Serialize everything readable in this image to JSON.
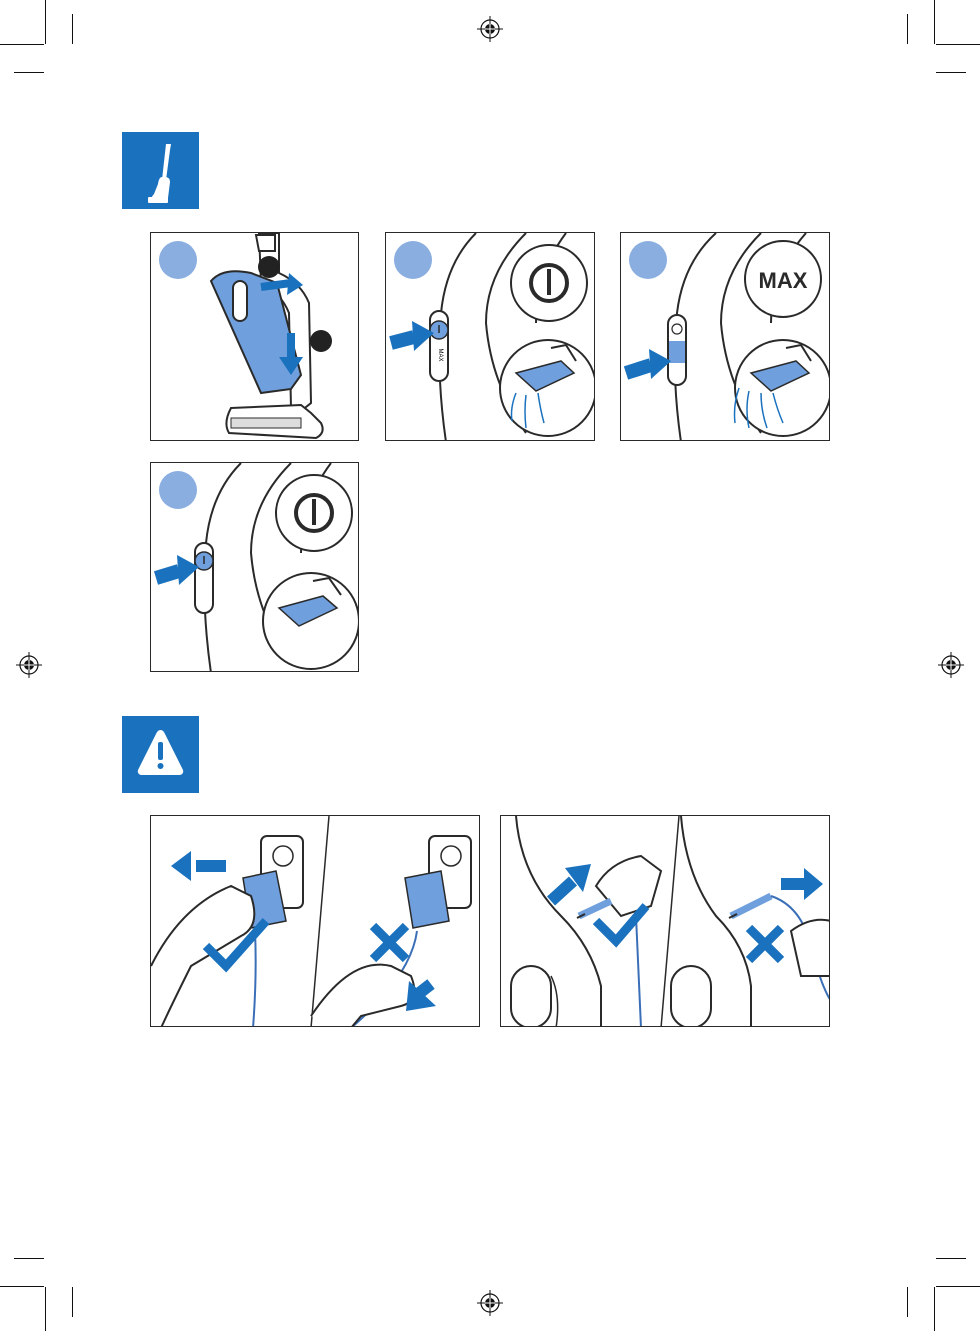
{
  "colors": {
    "accent_blue": "#1a72bf",
    "light_blue": "#6f9fdc",
    "badge_blue": "#8aaee0",
    "ink": "#2a2a2a"
  },
  "icons": {
    "section_1": "stick-vacuum-icon",
    "section_2": "warning-triangle-icon"
  },
  "steps": {
    "step_2_symbol": "power-symbol",
    "step_3_label": "MAX",
    "step_4_symbol": "power-symbol",
    "button_label": "MAX"
  },
  "warnings": {
    "left_panel": [
      "correct",
      "incorrect"
    ],
    "right_panel": [
      "correct",
      "incorrect"
    ]
  }
}
